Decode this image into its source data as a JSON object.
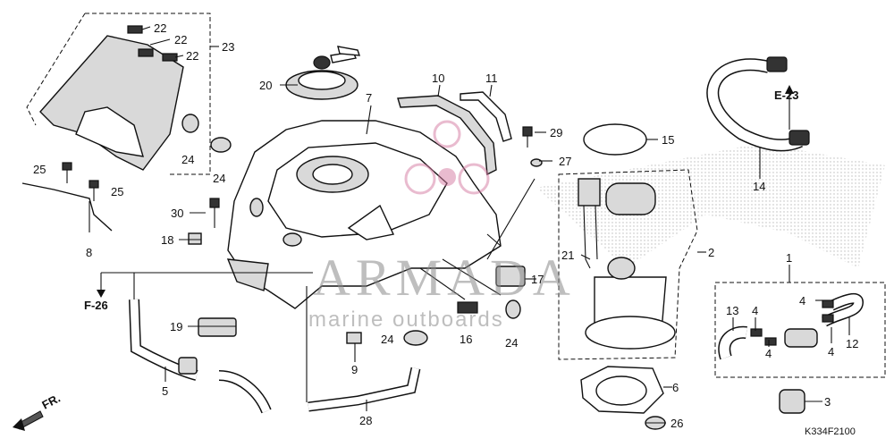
{
  "diagram": {
    "code": "K334F2100",
    "watermark": {
      "brand": "ARMADA",
      "tagline": "marine outboards"
    },
    "refs": [
      {
        "id": "ref-e23",
        "text": "E-23"
      },
      {
        "id": "ref-f26",
        "text": "F-26"
      },
      {
        "id": "ref-fr",
        "text": "FR."
      }
    ],
    "callouts": [
      {
        "id": "c22a",
        "text": "22"
      },
      {
        "id": "c22b",
        "text": "22"
      },
      {
        "id": "c22c",
        "text": "22"
      },
      {
        "id": "c23",
        "text": "23"
      },
      {
        "id": "c24a",
        "text": "24"
      },
      {
        "id": "c24b",
        "text": "24"
      },
      {
        "id": "c25a",
        "text": "25"
      },
      {
        "id": "c25b",
        "text": "25"
      },
      {
        "id": "c8",
        "text": "8"
      },
      {
        "id": "c30",
        "text": "30"
      },
      {
        "id": "c18",
        "text": "18"
      },
      {
        "id": "c20",
        "text": "20"
      },
      {
        "id": "c7",
        "text": "7"
      },
      {
        "id": "c10",
        "text": "10"
      },
      {
        "id": "c11",
        "text": "11"
      },
      {
        "id": "c29",
        "text": "29"
      },
      {
        "id": "c27",
        "text": "27"
      },
      {
        "id": "c15",
        "text": "15"
      },
      {
        "id": "c14",
        "text": "14"
      },
      {
        "id": "c2",
        "text": "2"
      },
      {
        "id": "c21",
        "text": "21"
      },
      {
        "id": "c17",
        "text": "17"
      },
      {
        "id": "c1",
        "text": "1"
      },
      {
        "id": "c4a",
        "text": "4"
      },
      {
        "id": "c4b",
        "text": "4"
      },
      {
        "id": "c4c",
        "text": "4"
      },
      {
        "id": "c4d",
        "text": "4"
      },
      {
        "id": "c13",
        "text": "13"
      },
      {
        "id": "c12",
        "text": "12"
      },
      {
        "id": "c3",
        "text": "3"
      },
      {
        "id": "c6",
        "text": "6"
      },
      {
        "id": "c26",
        "text": "26"
      },
      {
        "id": "c19",
        "text": "19"
      },
      {
        "id": "c5",
        "text": "5"
      },
      {
        "id": "c9",
        "text": "9"
      },
      {
        "id": "c24c",
        "text": "24"
      },
      {
        "id": "c16",
        "text": "16"
      },
      {
        "id": "c24d",
        "text": "24"
      },
      {
        "id": "c28",
        "text": "28"
      }
    ]
  }
}
